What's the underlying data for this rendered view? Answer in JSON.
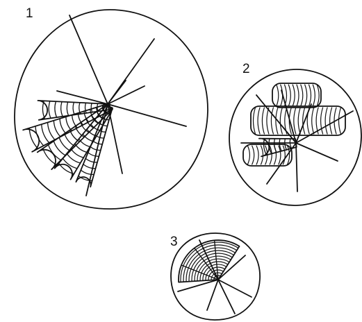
{
  "figures": [
    {
      "label": "1"
    },
    {
      "label": "2"
    },
    {
      "label": "3"
    }
  ],
  "colors": {
    "ink": "#111111",
    "paper": "#ffffff"
  }
}
